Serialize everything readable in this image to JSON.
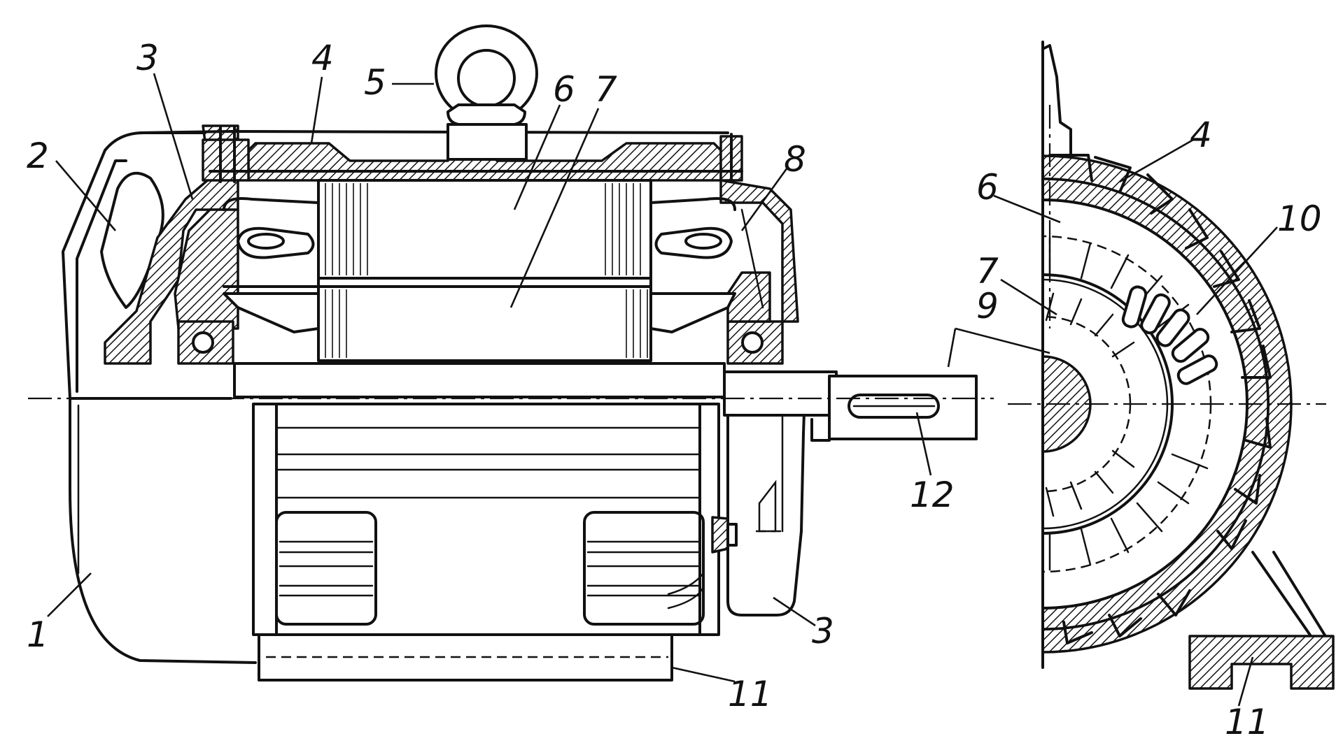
{
  "callouts": {
    "left": [
      {
        "id": "l1",
        "text": "1"
      },
      {
        "id": "l2",
        "text": "2"
      },
      {
        "id": "l3a",
        "text": "3"
      },
      {
        "id": "l4",
        "text": "4"
      },
      {
        "id": "l5",
        "text": "5"
      },
      {
        "id": "l6",
        "text": "6"
      },
      {
        "id": "l7",
        "text": "7"
      },
      {
        "id": "l8",
        "text": "8"
      },
      {
        "id": "l3b",
        "text": "3"
      },
      {
        "id": "l11",
        "text": "11"
      },
      {
        "id": "l12",
        "text": "12"
      }
    ],
    "right": [
      {
        "id": "r4",
        "text": "4"
      },
      {
        "id": "r6",
        "text": "6"
      },
      {
        "id": "r10",
        "text": "10"
      },
      {
        "id": "r7",
        "text": "7"
      },
      {
        "id": "r9",
        "text": "9"
      },
      {
        "id": "r11",
        "text": "11"
      }
    ]
  }
}
